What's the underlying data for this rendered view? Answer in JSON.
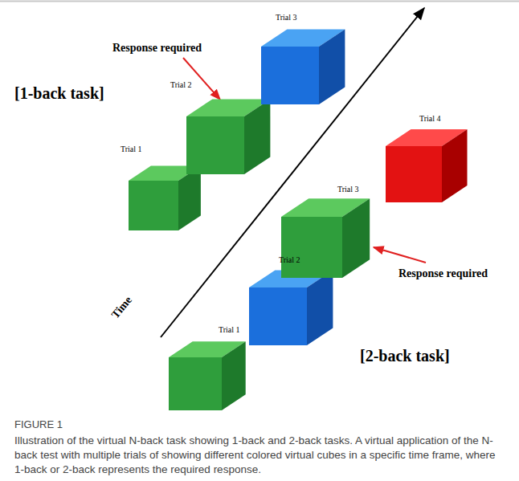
{
  "diagram": {
    "caption": "Illustration of the virtual N-back task showing 1-back and 2-back tasks. A virtual application of the N-back test with multiple trials of showing different colored virtual cubes in a specific time frame, where 1-back or 2-back represents the required response.",
    "labels": [
      "[1-back task]",
      "Trial 1",
      "Trial 2",
      "Trial 3",
      "Response required",
      "[2-back task]",
      "Trial 1",
      "Trial 2",
      "Trial 3",
      "Trial 4",
      "Response required",
      "Time",
      "FIGURE 1"
    ]
  }
}
